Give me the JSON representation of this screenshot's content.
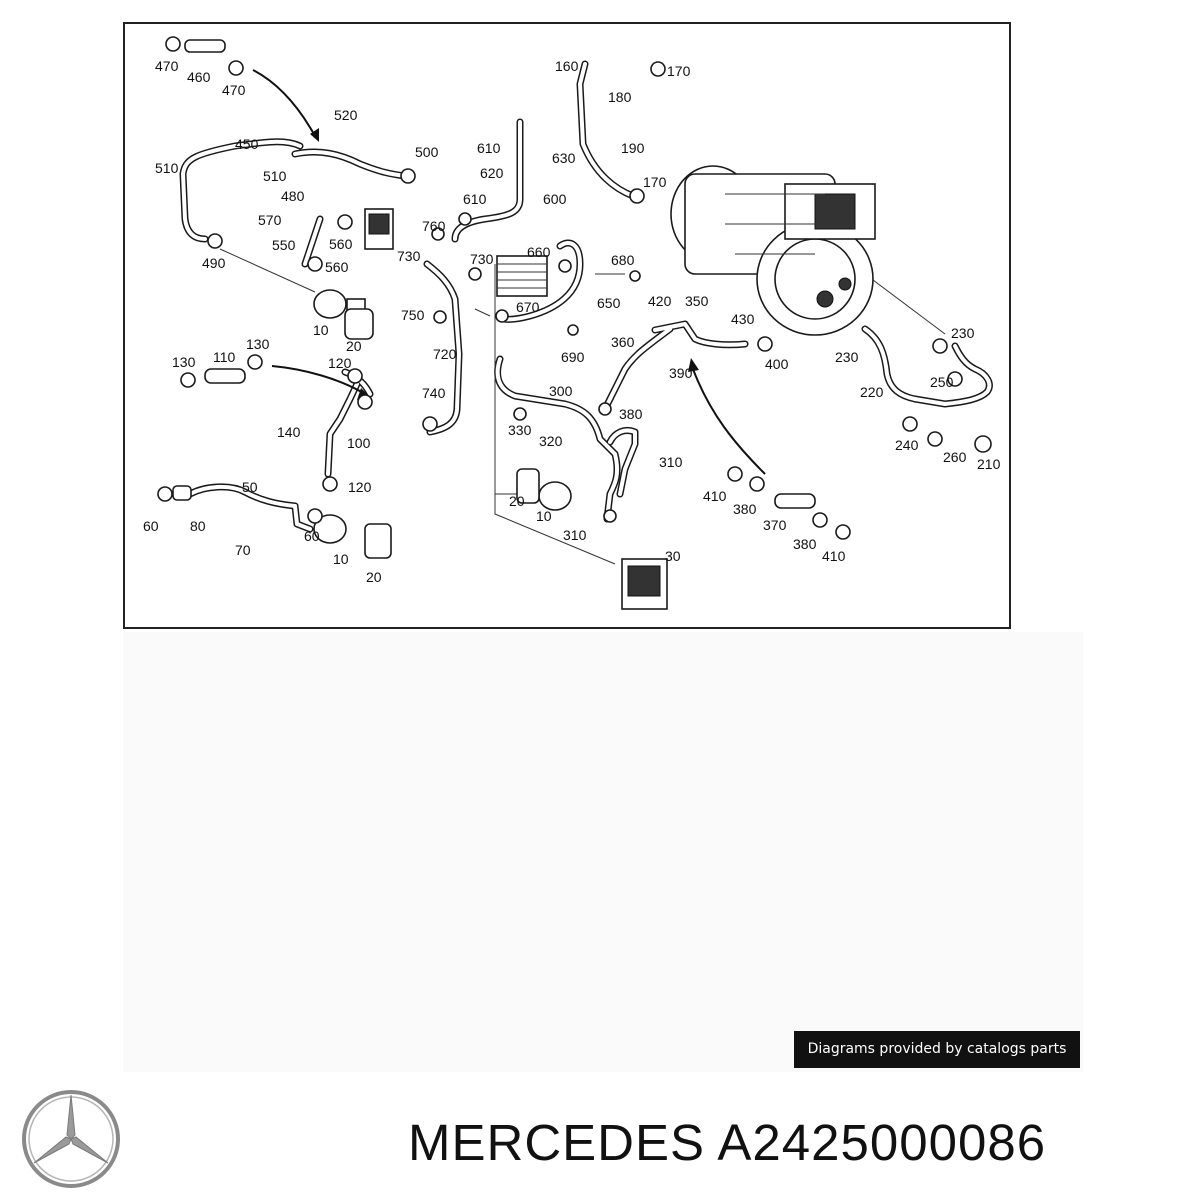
{
  "diagram": {
    "callouts": [
      {
        "id": "c470a",
        "text": "470"
      },
      {
        "id": "c460",
        "text": "460"
      },
      {
        "id": "c470b",
        "text": "470"
      },
      {
        "id": "c520",
        "text": "520"
      },
      {
        "id": "c450",
        "text": "450"
      },
      {
        "id": "c500",
        "text": "500"
      },
      {
        "id": "c510a",
        "text": "510"
      },
      {
        "id": "c510b",
        "text": "510"
      },
      {
        "id": "c480",
        "text": "480"
      },
      {
        "id": "c570",
        "text": "570"
      },
      {
        "id": "c550",
        "text": "550"
      },
      {
        "id": "c560a",
        "text": "560"
      },
      {
        "id": "c560b",
        "text": "560"
      },
      {
        "id": "c490",
        "text": "490"
      },
      {
        "id": "c10a",
        "text": "10"
      },
      {
        "id": "c20a",
        "text": "20"
      },
      {
        "id": "c610a",
        "text": "610"
      },
      {
        "id": "c620",
        "text": "620"
      },
      {
        "id": "c630",
        "text": "630"
      },
      {
        "id": "c610b",
        "text": "610"
      },
      {
        "id": "c600",
        "text": "600"
      },
      {
        "id": "c760",
        "text": "760"
      },
      {
        "id": "c730a",
        "text": "730"
      },
      {
        "id": "c730b",
        "text": "730"
      },
      {
        "id": "c750",
        "text": "750"
      },
      {
        "id": "c720",
        "text": "720"
      },
      {
        "id": "c740",
        "text": "740"
      },
      {
        "id": "c660",
        "text": "660"
      },
      {
        "id": "c680",
        "text": "680"
      },
      {
        "id": "c670",
        "text": "670"
      },
      {
        "id": "c650",
        "text": "650"
      },
      {
        "id": "c690",
        "text": "690"
      },
      {
        "id": "c160",
        "text": "160"
      },
      {
        "id": "c170a",
        "text": "170"
      },
      {
        "id": "c180",
        "text": "180"
      },
      {
        "id": "c190",
        "text": "190"
      },
      {
        "id": "c170b",
        "text": "170"
      },
      {
        "id": "c420",
        "text": "420"
      },
      {
        "id": "c350",
        "text": "350"
      },
      {
        "id": "c430",
        "text": "430"
      },
      {
        "id": "c360",
        "text": "360"
      },
      {
        "id": "c390",
        "text": "390"
      },
      {
        "id": "c400",
        "text": "400"
      },
      {
        "id": "c230a",
        "text": "230"
      },
      {
        "id": "c230b",
        "text": "230"
      },
      {
        "id": "c220",
        "text": "220"
      },
      {
        "id": "c250",
        "text": "250"
      },
      {
        "id": "c240",
        "text": "240"
      },
      {
        "id": "c260",
        "text": "260"
      },
      {
        "id": "c210",
        "text": "210"
      },
      {
        "id": "c130a",
        "text": "130"
      },
      {
        "id": "c110",
        "text": "110"
      },
      {
        "id": "c130b",
        "text": "130"
      },
      {
        "id": "c120a",
        "text": "120"
      },
      {
        "id": "c140",
        "text": "140"
      },
      {
        "id": "c100",
        "text": "100"
      },
      {
        "id": "c120b",
        "text": "120"
      },
      {
        "id": "c300",
        "text": "300"
      },
      {
        "id": "c380a",
        "text": "380"
      },
      {
        "id": "c330",
        "text": "330"
      },
      {
        "id": "c320",
        "text": "320"
      },
      {
        "id": "c310a",
        "text": "310"
      },
      {
        "id": "c20b",
        "text": "20"
      },
      {
        "id": "c10b",
        "text": "10"
      },
      {
        "id": "c310b",
        "text": "310"
      },
      {
        "id": "c30",
        "text": "30"
      },
      {
        "id": "c410a",
        "text": "410"
      },
      {
        "id": "c380b",
        "text": "380"
      },
      {
        "id": "c370",
        "text": "370"
      },
      {
        "id": "c380c",
        "text": "380"
      },
      {
        "id": "c410b",
        "text": "410"
      },
      {
        "id": "c60a",
        "text": "60"
      },
      {
        "id": "c80",
        "text": "80"
      },
      {
        "id": "c50",
        "text": "50"
      },
      {
        "id": "c70",
        "text": "70"
      },
      {
        "id": "c60b",
        "text": "60"
      },
      {
        "id": "c10c",
        "text": "10"
      },
      {
        "id": "c20c",
        "text": "20"
      }
    ]
  },
  "credit": {
    "text": "Diagrams provided by catalogs parts"
  },
  "title": {
    "text": "MERCEDES A2425000086"
  },
  "logo": {
    "icon": "mercedes-star-icon",
    "color": "#8a8a8a"
  }
}
